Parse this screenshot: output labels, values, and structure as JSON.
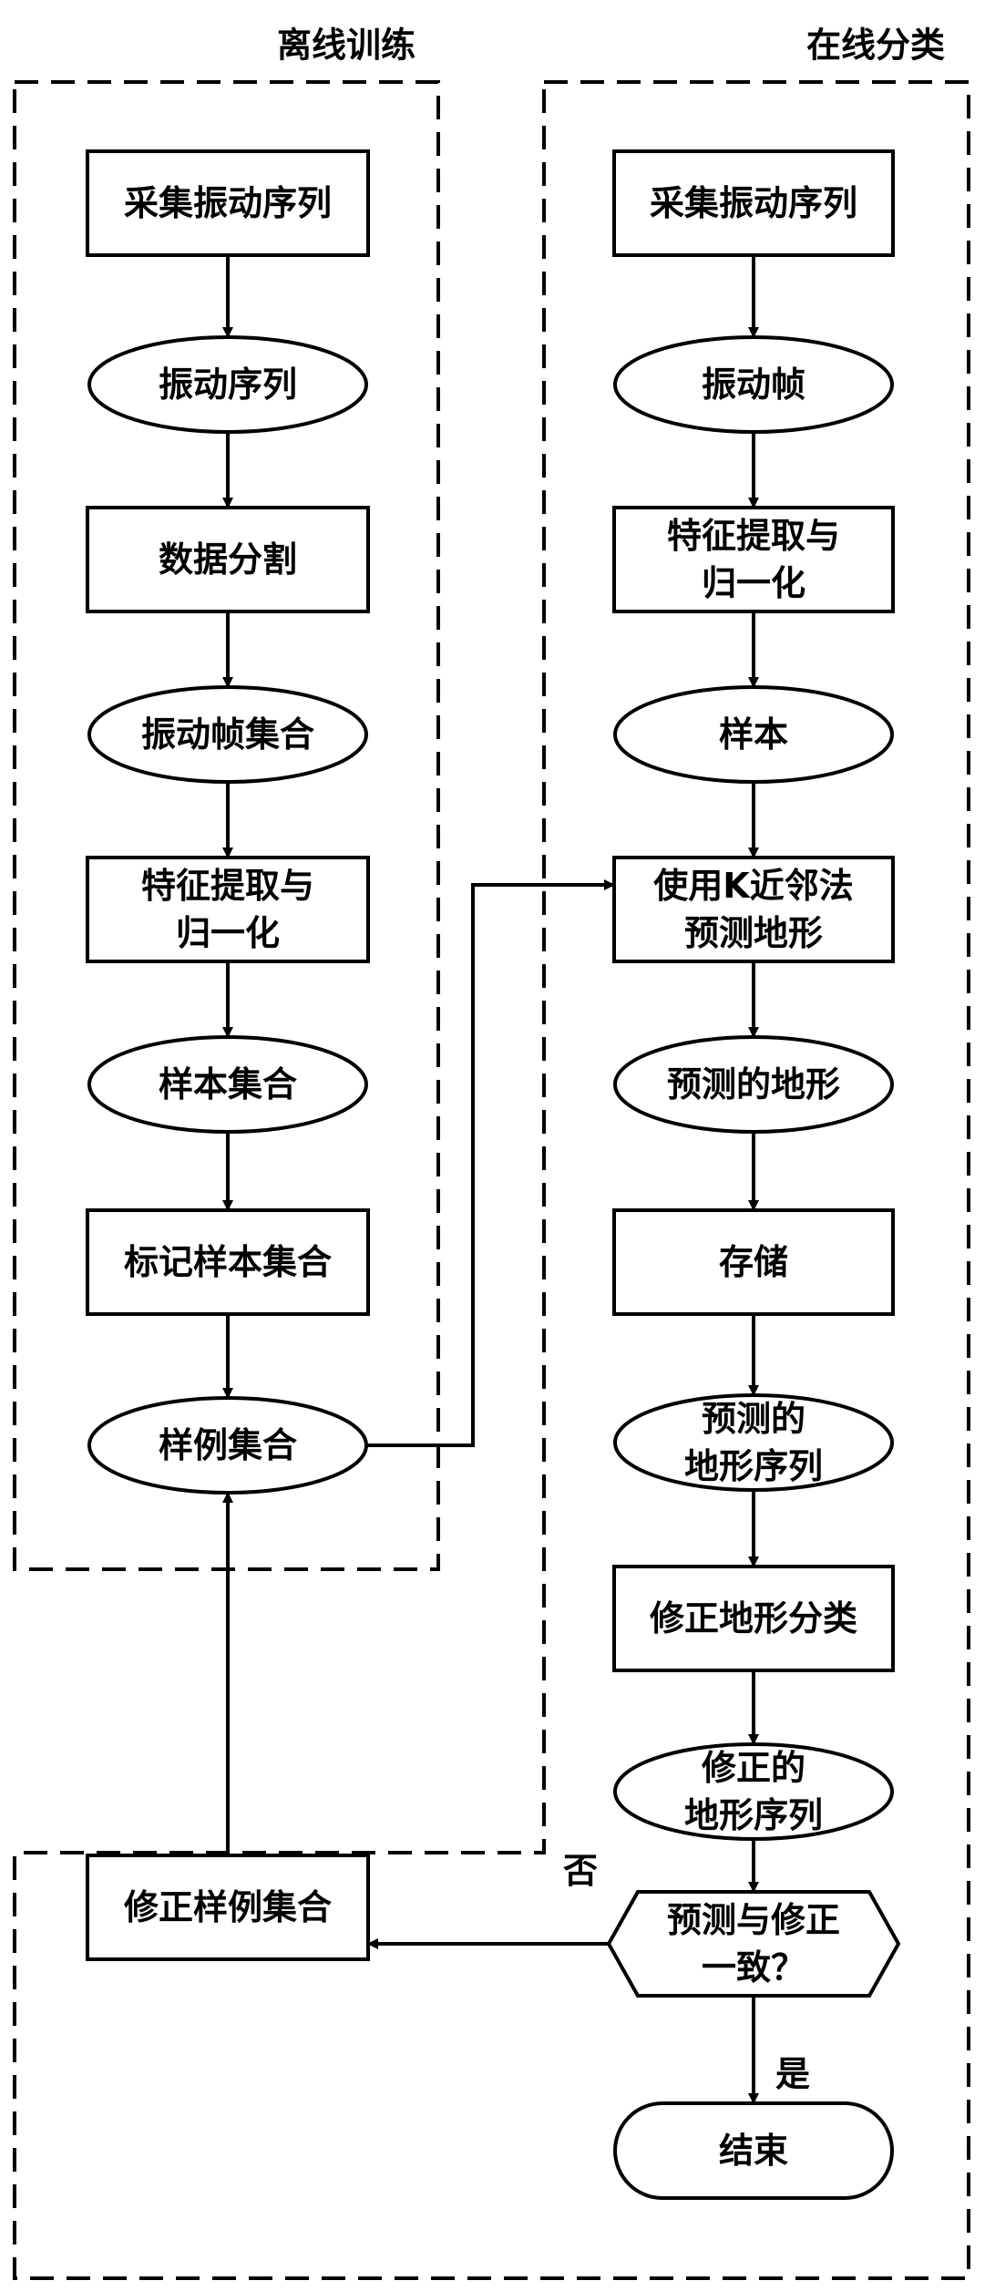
{
  "regions": {
    "offline": {
      "label": "离线训练"
    },
    "online": {
      "label": "在线分类"
    }
  },
  "nodes": {
    "off_collect": {
      "lines": [
        "采集振动序列"
      ],
      "shape": "rect"
    },
    "off_sequence": {
      "lines": [
        "振动序列"
      ],
      "shape": "ellipse"
    },
    "off_segment": {
      "lines": [
        "数据分割"
      ],
      "shape": "rect"
    },
    "off_frames": {
      "lines": [
        "振动帧集合"
      ],
      "shape": "ellipse"
    },
    "off_feature": {
      "lines": [
        "特征提取与",
        "归一化"
      ],
      "shape": "rect"
    },
    "off_samples": {
      "lines": [
        "样本集合"
      ],
      "shape": "ellipse"
    },
    "off_label": {
      "lines": [
        "标记样本集合"
      ],
      "shape": "rect"
    },
    "off_examples": {
      "lines": [
        "样例集合"
      ],
      "shape": "ellipse"
    },
    "fix_examples": {
      "lines": [
        "修正样例集合"
      ],
      "shape": "rect"
    },
    "on_collect": {
      "lines": [
        "采集振动序列"
      ],
      "shape": "rect"
    },
    "on_frame": {
      "lines": [
        "振动帧"
      ],
      "shape": "ellipse"
    },
    "on_feature": {
      "lines": [
        "特征提取与",
        "归一化"
      ],
      "shape": "rect"
    },
    "on_sample": {
      "lines": [
        "样本"
      ],
      "shape": "ellipse"
    },
    "on_knn": {
      "lines": [
        "使用K近邻法",
        "预测地形"
      ],
      "shape": "rect"
    },
    "on_predicted": {
      "lines": [
        "预测的地形"
      ],
      "shape": "ellipse"
    },
    "on_store": {
      "lines": [
        "存储"
      ],
      "shape": "rect"
    },
    "on_pred_seq": {
      "lines": [
        "预测的",
        "地形序列"
      ],
      "shape": "ellipse"
    },
    "on_correct": {
      "lines": [
        "修正地形分类"
      ],
      "shape": "rect"
    },
    "on_corr_seq": {
      "lines": [
        "修正的",
        "地形序列"
      ],
      "shape": "ellipse"
    },
    "on_decision": {
      "lines": [
        "预测与修正",
        "一致？"
      ],
      "shape": "hexagon"
    },
    "on_end": {
      "lines": [
        "结束"
      ],
      "shape": "terminator"
    }
  },
  "edges": [
    {
      "from": "off_collect",
      "to": "off_sequence"
    },
    {
      "from": "off_sequence",
      "to": "off_segment"
    },
    {
      "from": "off_segment",
      "to": "off_frames"
    },
    {
      "from": "off_frames",
      "to": "off_feature"
    },
    {
      "from": "off_feature",
      "to": "off_samples"
    },
    {
      "from": "off_samples",
      "to": "off_label"
    },
    {
      "from": "off_label",
      "to": "off_examples"
    },
    {
      "from": "off_examples",
      "to": "on_knn"
    },
    {
      "from": "on_collect",
      "to": "on_frame"
    },
    {
      "from": "on_frame",
      "to": "on_feature"
    },
    {
      "from": "on_feature",
      "to": "on_sample"
    },
    {
      "from": "on_sample",
      "to": "on_knn"
    },
    {
      "from": "on_knn",
      "to": "on_predicted"
    },
    {
      "from": "on_predicted",
      "to": "on_store"
    },
    {
      "from": "on_store",
      "to": "on_pred_seq"
    },
    {
      "from": "on_pred_seq",
      "to": "on_correct"
    },
    {
      "from": "on_correct",
      "to": "on_corr_seq"
    },
    {
      "from": "on_corr_seq",
      "to": "on_decision"
    },
    {
      "from": "on_decision",
      "to": "fix_examples",
      "label": "否"
    },
    {
      "from": "on_decision",
      "to": "on_end",
      "label": "是"
    },
    {
      "from": "fix_examples",
      "to": "off_examples"
    }
  ]
}
